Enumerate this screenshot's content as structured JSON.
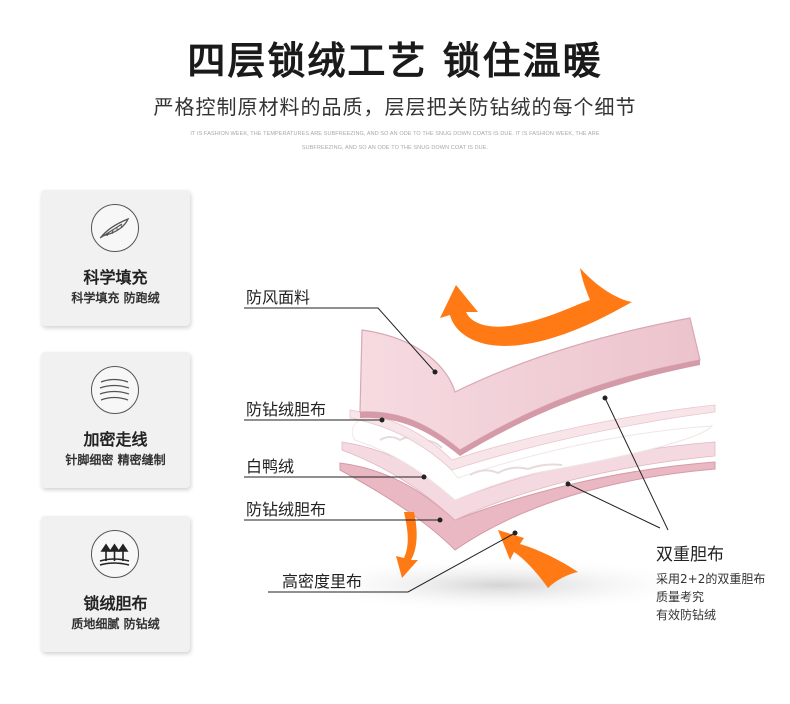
{
  "header": {
    "title": "四层锁绒工艺 锁住温暖",
    "subtitle": "严格控制原材料的品质，层层把关防钻绒的每个细节",
    "fine_print": "IT IS FASHION WEEK, THE TEMPERATURES ARE SUBFREEZING, AND SO AN ODE TO THE SNUG DOWN COATS IS DUE. IT IS FASHION WEEK, THE ARE SUBFREEZING, AND SO AN ODE TO THE SNUG DOWN COAT IS DUE."
  },
  "features": [
    {
      "title": "科学填充",
      "desc": "科学填充 防跑绒",
      "icon": "feather-icon"
    },
    {
      "title": "加密走线",
      "desc": "针脚细密 精密缝制",
      "icon": "stitch-lines-icon"
    },
    {
      "title": "锁绒胆布",
      "desc": "质地细腻 防钻绒",
      "icon": "lock-down-arrows-icon"
    }
  ],
  "layers": {
    "outer": "防风面料",
    "liner_top": "防钻绒胆布",
    "down": "白鸭绒",
    "liner_bottom": "防钻绒胆布",
    "lining": "高密度里布"
  },
  "double_liner": {
    "title": "双重胆布",
    "note_lines": [
      "采用2+2的双重胆布",
      "质量考究",
      "有效防钻绒"
    ]
  },
  "colors": {
    "fabric": "#f0cfd6",
    "fabric_edge": "#d9a8b3",
    "arrow": "#ff7f1a"
  }
}
